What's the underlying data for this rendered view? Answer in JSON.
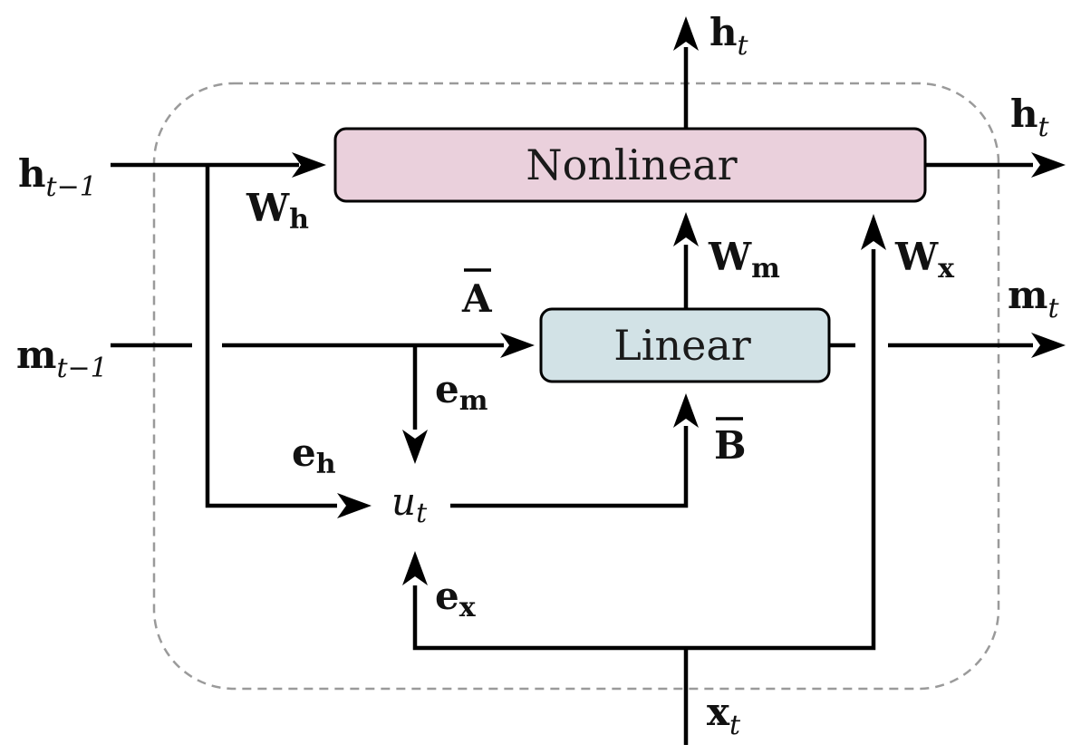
{
  "colors": {
    "nonlinear_fill": "#ead0dc",
    "linear_fill": "#d2e2e6",
    "boundary": "#9a9a9a",
    "wire": "#000000"
  },
  "boxes": {
    "nonlinear": "Nonlinear",
    "linear": "Linear"
  },
  "labels": {
    "h_prev": {
      "base": "h",
      "sub": "t−1"
    },
    "m_prev": {
      "base": "m",
      "sub": "t−1"
    },
    "h_out_top": {
      "base": "h",
      "sub": "t"
    },
    "h_out_right": {
      "base": "h",
      "sub": "t"
    },
    "m_out": {
      "base": "m",
      "sub": "t"
    },
    "x_in": {
      "base": "x",
      "sub": "t"
    },
    "w_h": {
      "base": "W",
      "sub": "h"
    },
    "w_m": {
      "base": "W",
      "sub": "m"
    },
    "w_x": {
      "base": "W",
      "sub": "x"
    },
    "a_bar": {
      "base": "A"
    },
    "b_bar": {
      "base": "B"
    },
    "e_m": {
      "base": "e",
      "sub": "m"
    },
    "e_h": {
      "base": "e",
      "sub": "h"
    },
    "e_x": {
      "base": "e",
      "sub": "x"
    },
    "u_t": {
      "base": "u",
      "sub": "t"
    }
  }
}
